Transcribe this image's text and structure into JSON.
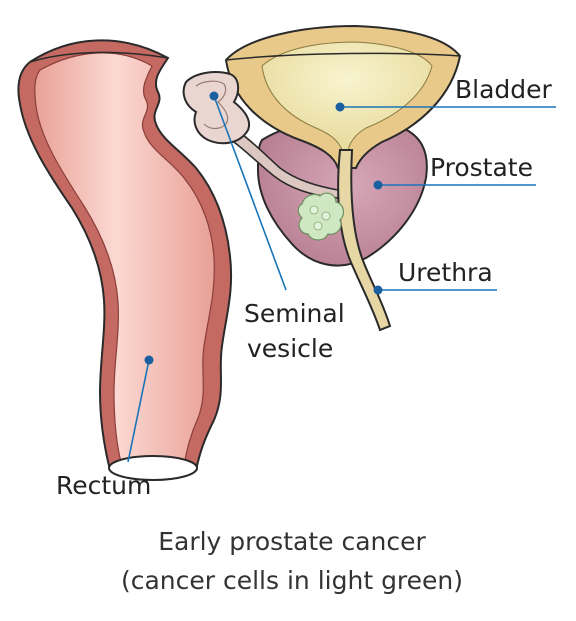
{
  "labels": {
    "bladder": "Bladder",
    "prostate": "Prostate",
    "urethra": "Urethra",
    "seminal_vesicle_line1": "Seminal",
    "seminal_vesicle_line2": "vesicle",
    "rectum": "Rectum"
  },
  "caption": {
    "line1": "Early prostate cancer",
    "line2": "(cancer cells in light green)"
  },
  "colors": {
    "leader_line": "#1a74b8",
    "marker_dot": "#1a5fa0",
    "rectum_outer": "#c46a62",
    "rectum_inner": "#efb3aa",
    "bladder_wall": "#e8c98a",
    "bladder_inner": "#f3ecbc",
    "prostate": "#c993a6",
    "urethra": "#e6d7a5",
    "cancer_cells": "#cfe7c2",
    "outline": "#2a2a2a"
  }
}
